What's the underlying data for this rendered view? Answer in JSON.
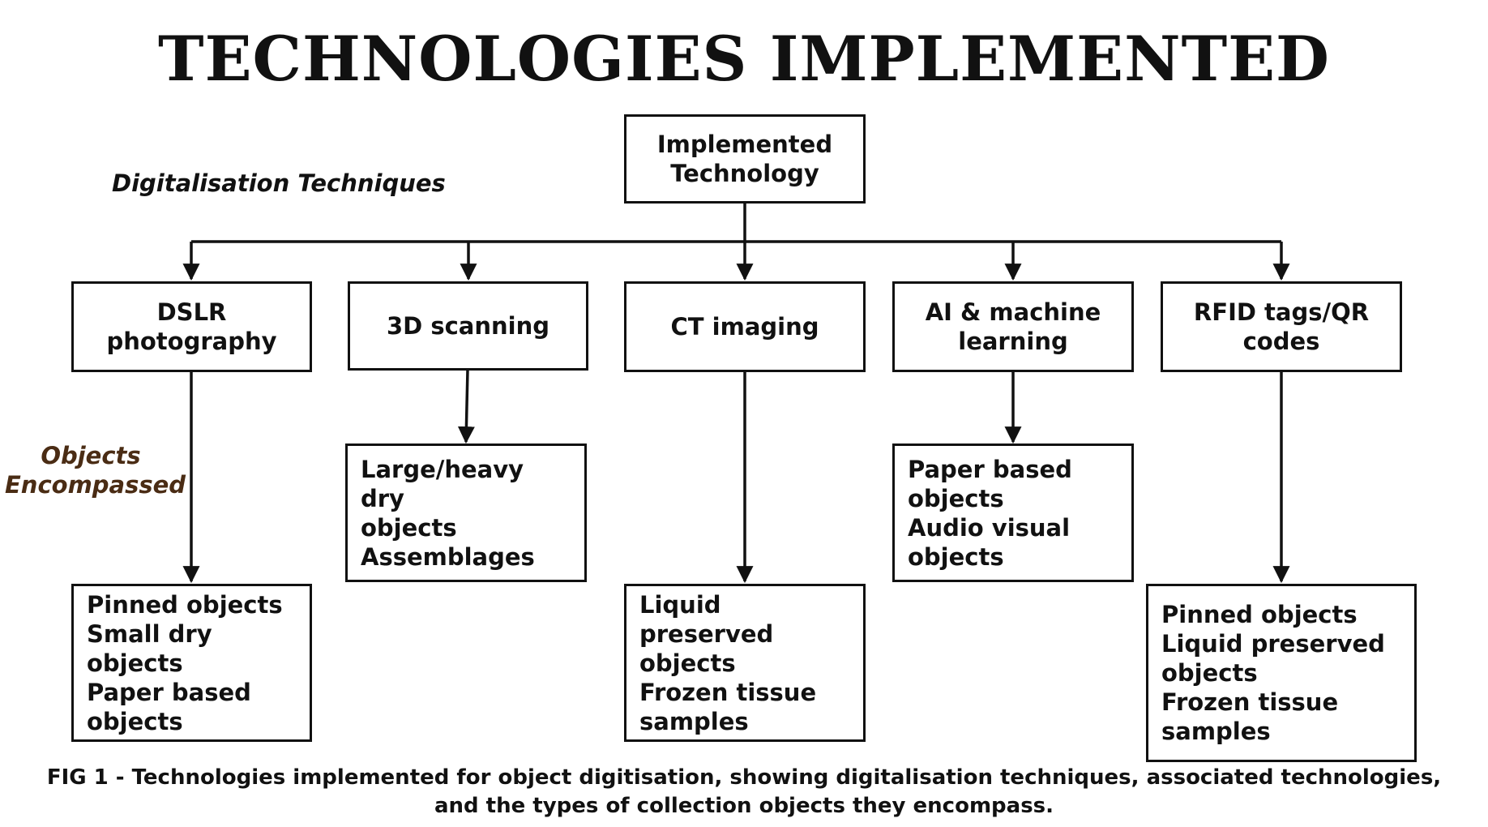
{
  "title": "TECHNOLOGIES IMPLEMENTED",
  "root": [
    "Implemented",
    "Technology"
  ],
  "labels": {
    "techniques": "Digitalisation Techniques",
    "objects": [
      "Objects",
      "Encompassed"
    ]
  },
  "technologies": [
    {
      "lines": [
        "DSLR",
        "photography"
      ]
    },
    {
      "lines": [
        "3D scanning"
      ]
    },
    {
      "lines": [
        "CT imaging"
      ]
    },
    {
      "lines": [
        "AI & machine",
        "learning"
      ]
    },
    {
      "lines": [
        "RFID tags/QR",
        "codes"
      ]
    }
  ],
  "objects": [
    {
      "lines": [
        "Pinned objects",
        "Small dry objects",
        "Paper based",
        "objects"
      ]
    },
    {
      "lines": [
        "Large/heavy dry",
        "objects",
        "Assemblages"
      ]
    },
    {
      "lines": [
        "Liquid preserved",
        "objects",
        "Frozen tissue",
        "samples"
      ]
    },
    {
      "lines": [
        "Paper based",
        "objects",
        "Audio visual",
        "objects"
      ]
    },
    {
      "lines": [
        "Pinned objects",
        "Liquid preserved",
        "objects",
        "Frozen tissue",
        "samples"
      ]
    }
  ],
  "caption": [
    "FIG 1 - Technologies implemented for object digitisation, showing digitalisation techniques, associated technologies,",
    "and the types of collection objects they encompass."
  ],
  "colors": {
    "line": "#111111",
    "objects_label": "#4a2c14",
    "techniques_label": "#111111"
  }
}
